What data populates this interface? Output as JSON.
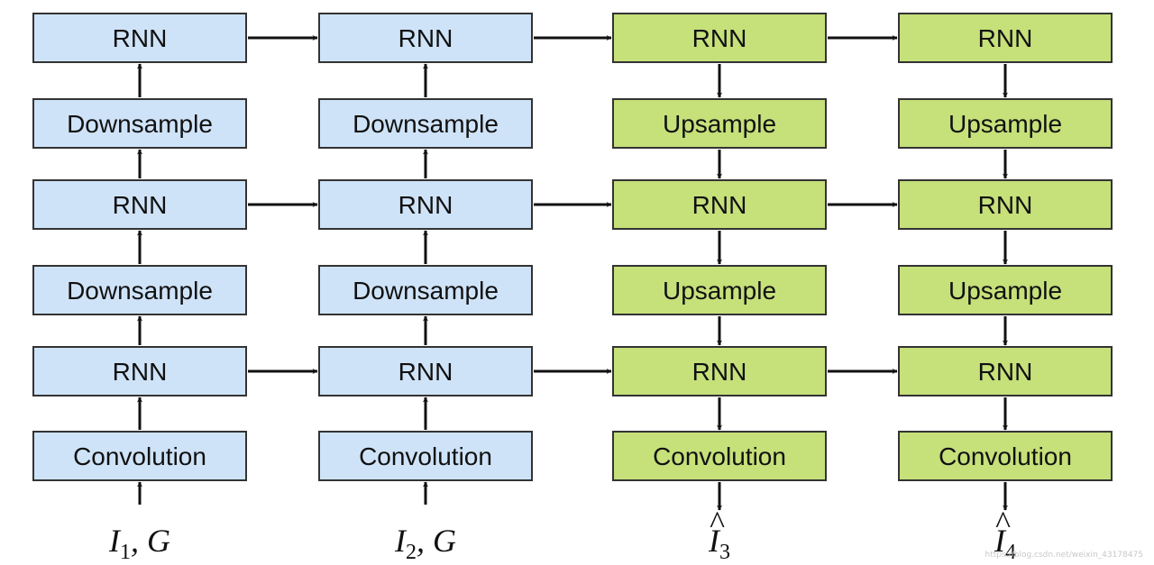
{
  "colors": {
    "encoder_fill": "#cfe3f8",
    "decoder_fill": "#c6e07a",
    "border": "#333333",
    "arrow": "#111111"
  },
  "columns": [
    {
      "role": "encoder",
      "layers": [
        "RNN",
        "Downsample",
        "RNN",
        "Downsample",
        "RNN",
        "Convolution"
      ],
      "io": {
        "base": "I",
        "sub": "1",
        "suffix": ", G",
        "hat": false
      }
    },
    {
      "role": "encoder",
      "layers": [
        "RNN",
        "Downsample",
        "RNN",
        "Downsample",
        "RNN",
        "Convolution"
      ],
      "io": {
        "base": "I",
        "sub": "2",
        "suffix": ", G",
        "hat": false
      }
    },
    {
      "role": "decoder",
      "layers": [
        "RNN",
        "Upsample",
        "RNN",
        "Upsample",
        "RNN",
        "Convolution"
      ],
      "io": {
        "base": "I",
        "sub": "3",
        "suffix": "",
        "hat": true
      }
    },
    {
      "role": "decoder",
      "layers": [
        "RNN",
        "Upsample",
        "RNN",
        "Upsample",
        "RNN",
        "Convolution"
      ],
      "io": {
        "base": "I",
        "sub": "4",
        "suffix": "",
        "hat": true
      }
    }
  ],
  "watermark": "https://blog.csdn.net/weixin_43178475"
}
